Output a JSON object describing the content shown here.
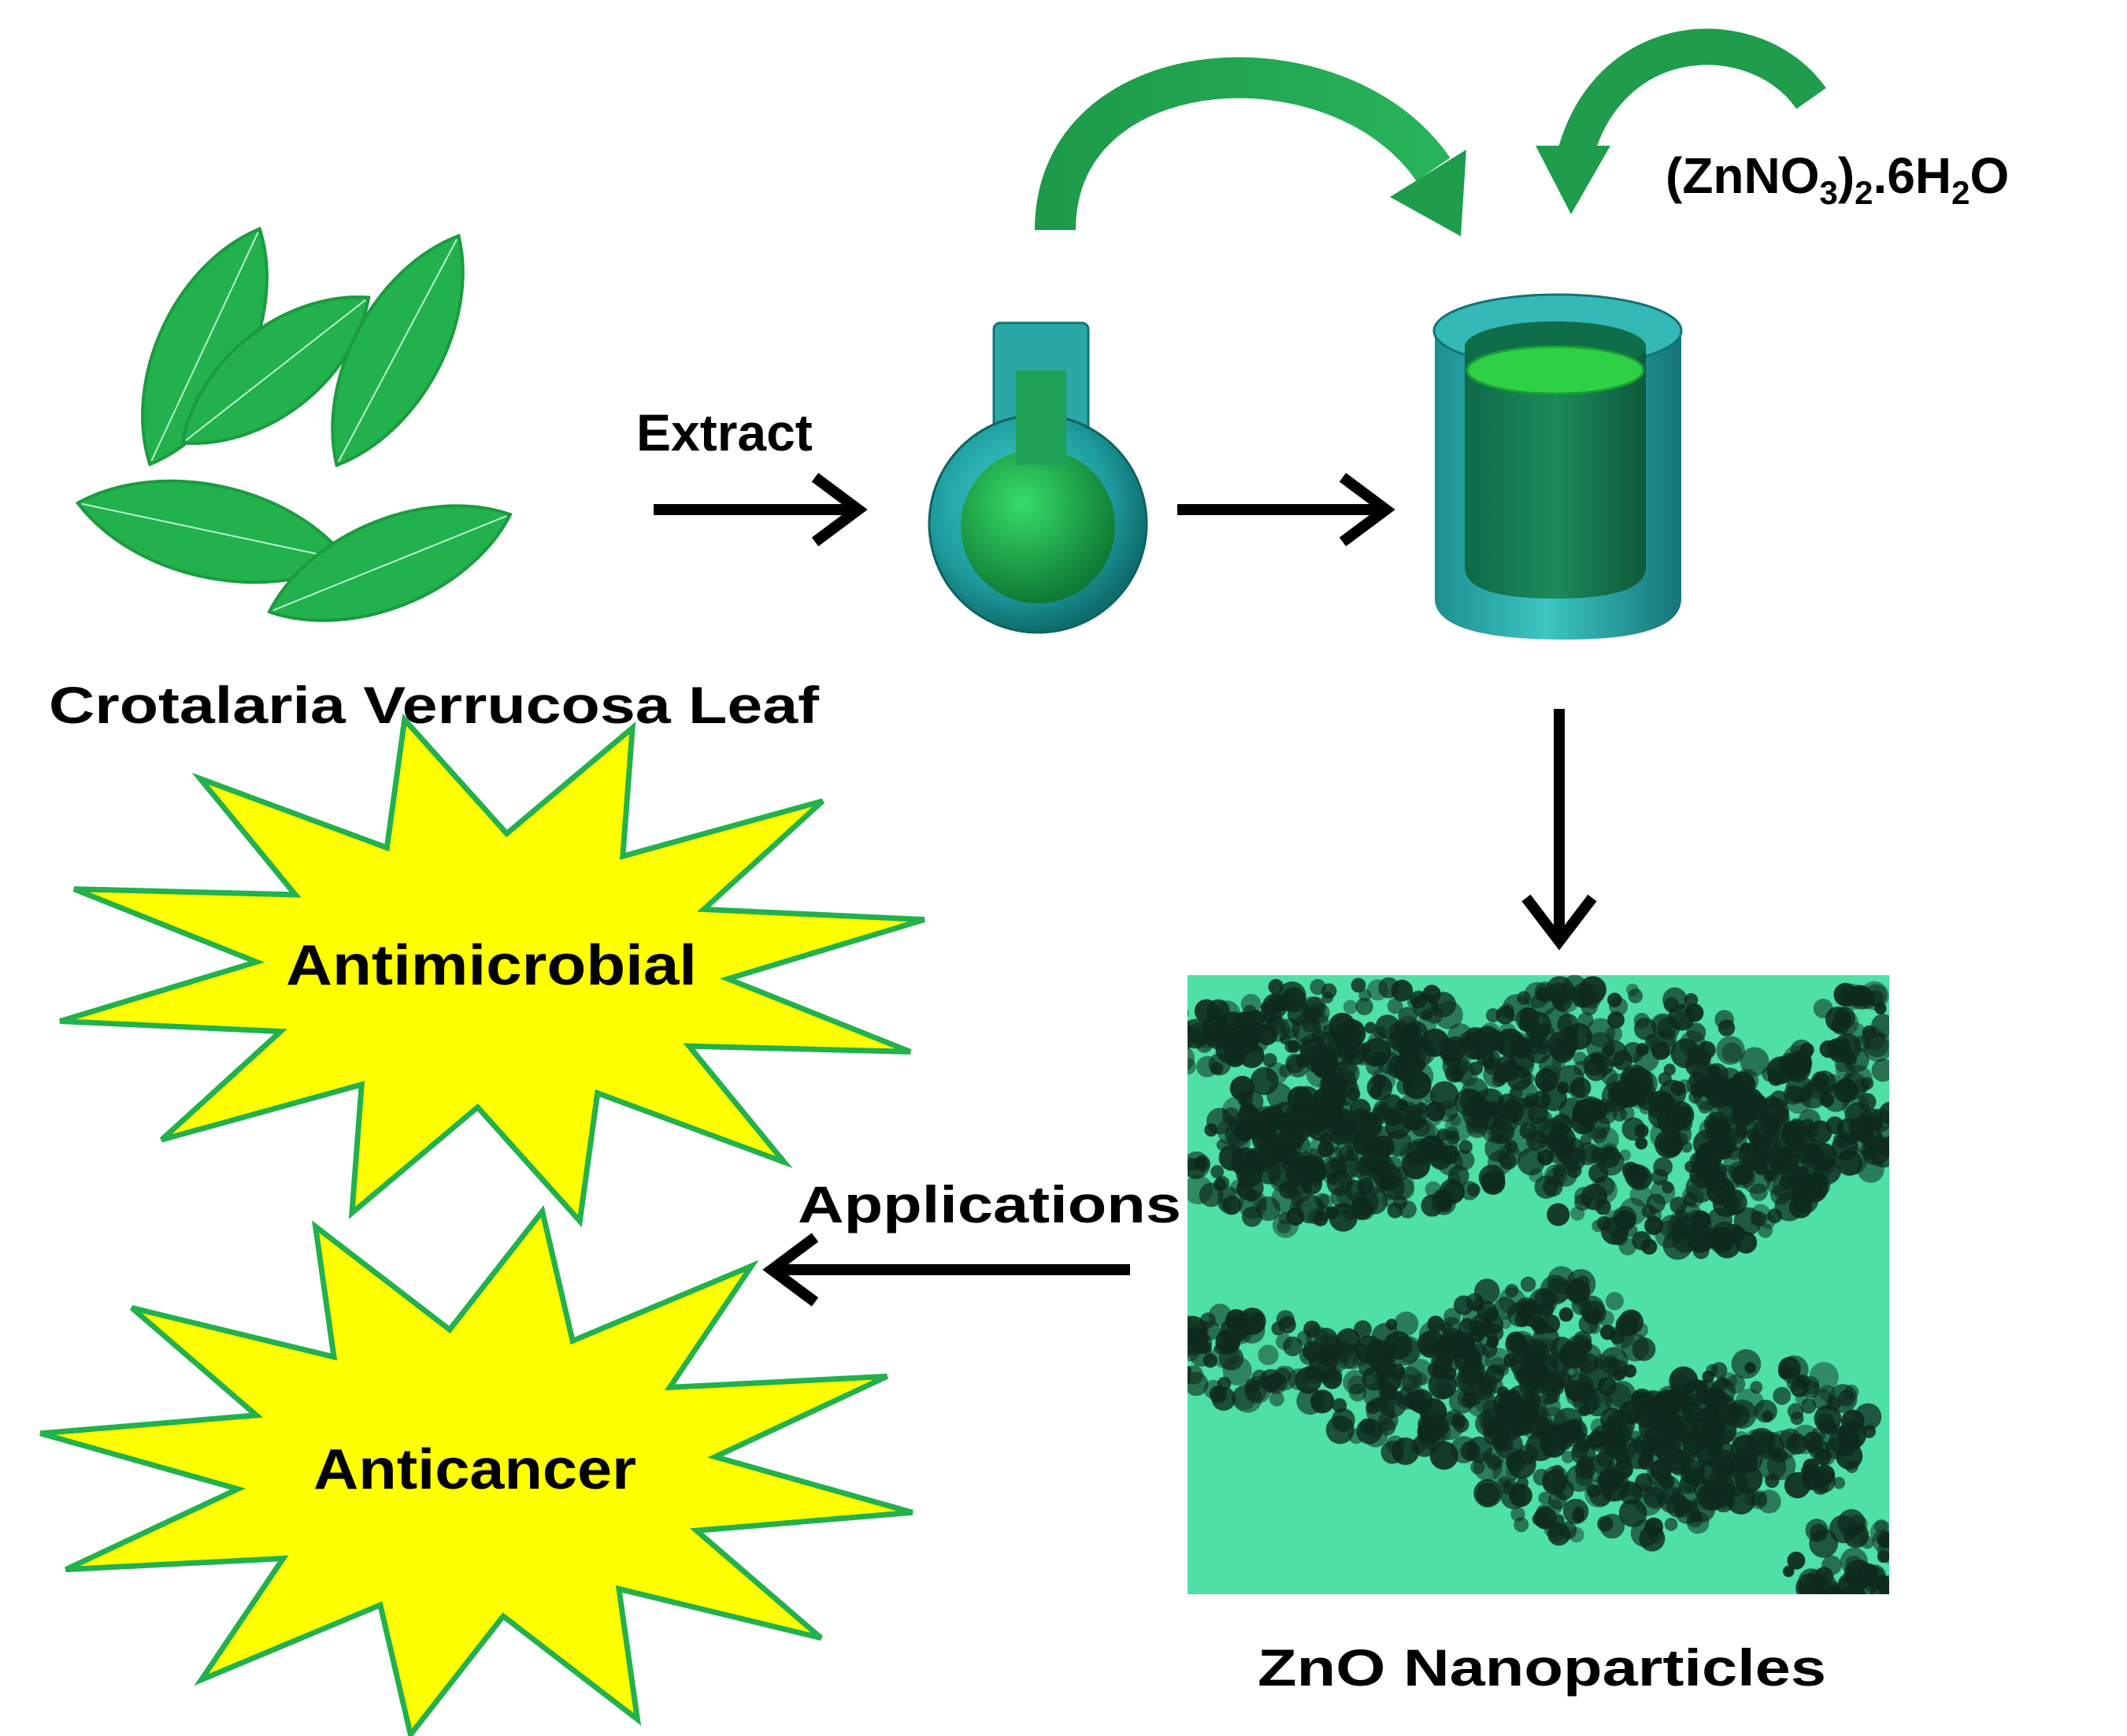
{
  "labels": {
    "leaf": "Crotalaria Verrucosa Leaf",
    "extract": "Extract",
    "formula": {
      "p1": "(ZnNO",
      "s1": "3",
      "p2": ")",
      "s2": "2",
      "p3": ".6H",
      "s3": "2",
      "p4": "O"
    },
    "nanoparticles": "ZnO Nanoparticles",
    "applications": "Applications",
    "antimicrobial": "Antimicrobial",
    "anticancer": "Anticancer"
  },
  "colors": {
    "leaf": "#22b14c",
    "leaf_edge": "#1a9b3f",
    "curved_arrow": "#1f9d4d",
    "glass": "#2aa0a4",
    "glass_dark": "#14716f",
    "liquid": "#1db24a",
    "starburst_fill": "#ffff00",
    "starburst_stroke": "#22b14c",
    "tem_background": "#4ee0a6",
    "tem_particles": "#0e2a1c",
    "arrow": "#000000"
  }
}
